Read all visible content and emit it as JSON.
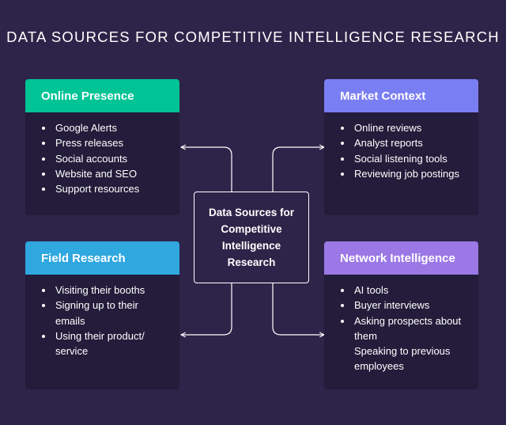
{
  "title": "DATA SOURCES FOR COMPETITIVE INTELLIGENCE RESEARCH",
  "center": "Data Sources for Competitive Intelligence Research",
  "cards": {
    "online": {
      "heading": "Online Presence",
      "items": [
        "Google Alerts",
        "Press releases",
        "Social accounts",
        "Website and SEO",
        "Support resources"
      ],
      "color": "#00c396"
    },
    "market": {
      "heading": "Market Context",
      "items": [
        "Online reviews",
        "Analyst reports",
        "Social listening tools",
        "Reviewing job postings"
      ],
      "color": "#7a7ef3"
    },
    "field": {
      "heading": "Field Research",
      "items": [
        "Visiting their booths",
        "Signing up to their emails",
        "Using their product/ service"
      ],
      "color": "#2fa7df"
    },
    "network": {
      "heading": "Network Intelligence",
      "items": [
        "AI tools",
        "Buyer interviews",
        "Asking prospects about them",
        "Speaking to previous employees"
      ],
      "color": "#9b78e6"
    }
  }
}
